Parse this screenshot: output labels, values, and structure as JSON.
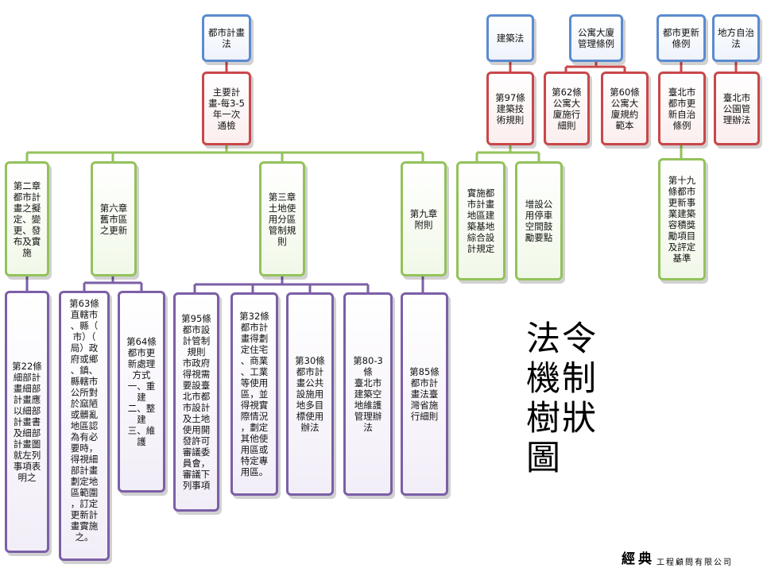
{
  "colors": {
    "blue": "#5b8bd0",
    "red": "#c9474a",
    "green": "#93c25a",
    "purple": "#7b5fa6"
  },
  "title": "法令\n機制\n樹狀\n圖",
  "company": {
    "brand": "經典",
    "rest": "工程顧問有限公司"
  },
  "law": {
    "urban_planning_act": "都市計畫\n法",
    "review": "主要計\n畫-每3-5\n年一次\n通檢",
    "ch2": "第二章\n都市計\n畫之擬\n定、變\n更、發\n布及實\n施",
    "ch6": "第六章\n舊市區\n之更新",
    "ch3": "第三章\n土地使\n用分區\n管制規\n則",
    "ch9": "第九章\n附則",
    "art22": "第22條\n細部計\n畫細部\n計畫應\n以細部\n計畫書\n及細部\n計畫圖\n就左列\n事項表\n明之",
    "art63": "第63條\n直轄市\n、縣（\n市）（\n局）政\n府或鄉\n、鎮、\n縣轄市\n公所對\n於窳陋\n或髒亂\n地區認\n為有必\n要時，\n得視細\n部計畫\n劃定地\n區範圍\n，訂定\n更新計\n畫實施\n之。",
    "art64": "第64條\n都市更\n新處理\n方式\n一、重\n建\n二、整\n建\n三、維\n護",
    "art95": "第95條\n都市設\n計管制\n規則\n市政府\n得視需\n要設臺\n北市都\n市設計\n及土地\n使用開\n發許可\n審議委\n員會，\n審議下\n列事項",
    "art32": "第32條\n都市計\n畫得劃\n定住宅\n、商業\n、工業\n等使用\n區，並\n得視實\n際情況\n，劃定\n其他使\n用區或\n特定專\n用區。",
    "art30": "第30條\n都市計\n畫公共\n設施用\n地多目\n標使用\n辦法",
    "art80_3": "第80-3條\n臺北市\n建築空\n地維護\n管理辦\n法",
    "art85": "第85條\n都市計\n畫法臺\n灣省施\n行細則"
  },
  "building": {
    "act": "建築法",
    "art97": "第97條\n建築技\n術規則",
    "design_rule": "實施都\n市計畫\n地區建\n築基地\n綜合設\n計規定",
    "parking": "增設公\n用停車\n空間鼓\n勵要點"
  },
  "apartment": {
    "act": "公寓大廈\n管理條例",
    "art62": "第62條\n公寓大\n廈施行\n細則",
    "art60": "第60條\n公寓大\n廈規約\n範本"
  },
  "renewal": {
    "act": "都市更新\n條例",
    "self_rule": "臺北市\n都市更\n新自治\n條例",
    "art19": "第十九\n條都市\n更新事\n業建築\n容積獎\n勵項目\n及評定\n基準"
  },
  "local": {
    "act": "地方自治\n法",
    "park": "臺北市\n公園管\n理辦法"
  }
}
